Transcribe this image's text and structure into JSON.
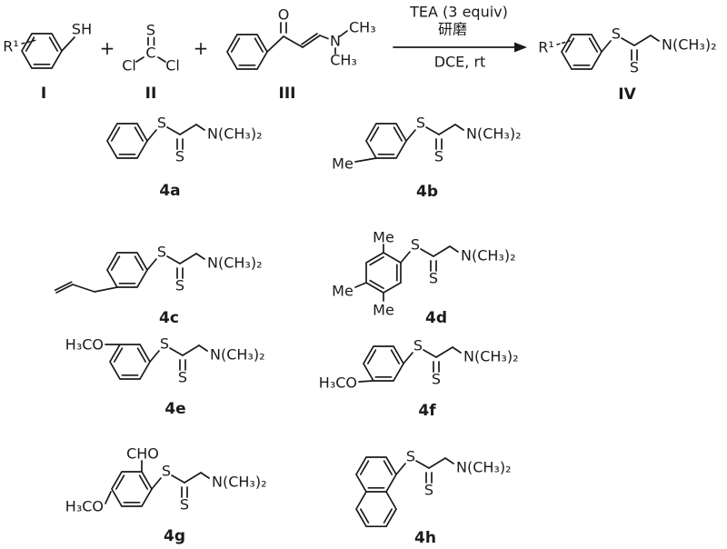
{
  "scheme": {
    "reactant_I": {
      "label": "I",
      "r_group": "R¹",
      "thiol": "SH"
    },
    "plus": "+",
    "reactant_II": {
      "label": "II",
      "sulfur": "S",
      "carbon": "C",
      "cl_left": "Cl",
      "cl_right": "Cl"
    },
    "reactant_III": {
      "label": "III",
      "oxygen": "O",
      "nitrogen": "N",
      "methyl_upper": "CH₃",
      "methyl_lower": "CH₃"
    },
    "conditions": {
      "reagent": "TEA (3 equiv)",
      "grinding": "研磨",
      "solvent": "DCE, rt"
    },
    "product_IV": {
      "label": "IV",
      "r_group": "R¹"
    }
  },
  "shared": {
    "sulfur": "S",
    "amine": "N(CH₃)₂"
  },
  "products": {
    "p4a": {
      "label": "4a"
    },
    "p4b": {
      "label": "4b",
      "methyl": "Me"
    },
    "p4c": {
      "label": "4c"
    },
    "p4d": {
      "label": "4d",
      "methyl_top": "Me",
      "methyl_left": "Me",
      "methyl_bottom": "Me"
    },
    "p4e": {
      "label": "4e",
      "methoxy": "H₃CO"
    },
    "p4f": {
      "label": "4f",
      "methoxy": "H₃CO"
    },
    "p4g": {
      "label": "4g",
      "formyl": "CHO",
      "methoxy": "H₃CO"
    },
    "p4h": {
      "label": "4h"
    }
  }
}
